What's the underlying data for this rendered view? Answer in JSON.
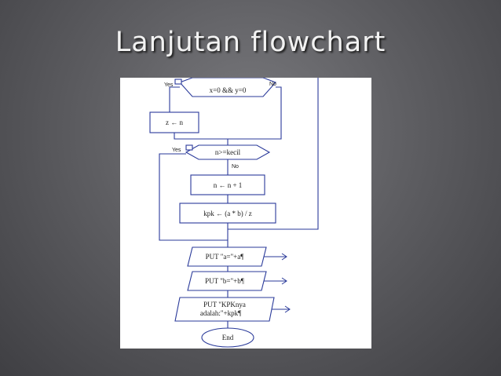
{
  "slide": {
    "title": "Lanjutan flowchart"
  },
  "flowchart": {
    "decision1": {
      "label": "x=0 && y=0",
      "yes": "Yes",
      "no": "No"
    },
    "assign_z": {
      "label": "z ← n"
    },
    "decision2": {
      "label": "n>=kecil",
      "yes": "Yes",
      "no": "No"
    },
    "increment": {
      "label": "n ← n + 1"
    },
    "compute_kpk": {
      "label": "kpk ← (a * b) / z"
    },
    "output_a": {
      "label": "PUT \"a=\"+a¶"
    },
    "output_b": {
      "label": "PUT \"b=\"+b¶"
    },
    "output_kpk": {
      "line1": "PUT \"KPKnya",
      "line2": "adalah:\"+kpk¶"
    },
    "end": {
      "label": "End"
    }
  }
}
